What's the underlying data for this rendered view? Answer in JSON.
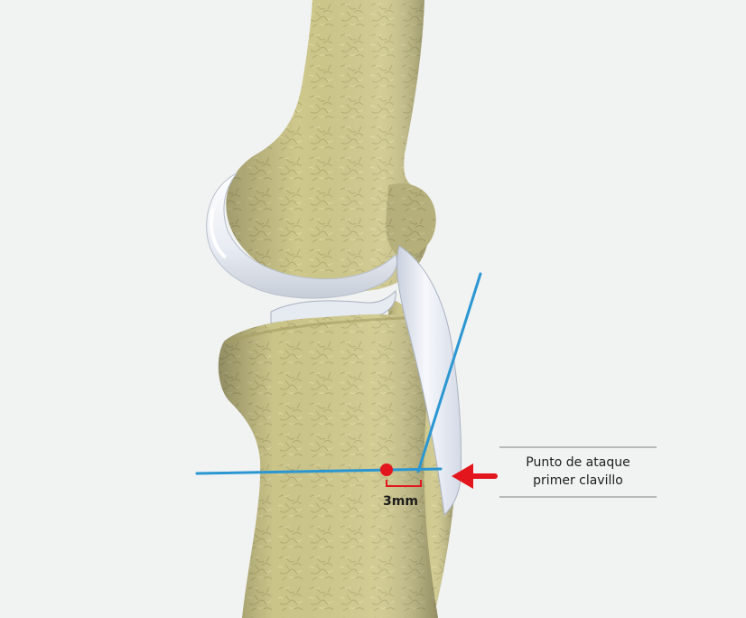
{
  "callout": {
    "line1": "Punto de ataque",
    "line2": "primer clavillo"
  },
  "measurement": {
    "label": "3mm"
  },
  "colors": {
    "background": "#f1f2f2",
    "bone": "#cfc88c",
    "cartilage": "#eef1f7",
    "guide_line": "#2b97d2",
    "marker": "#e3161d",
    "callout_rule": "#b9b9bb"
  },
  "icons": {
    "pointer": "red-arrow-icon",
    "entry_point": "red-dot-marker"
  }
}
